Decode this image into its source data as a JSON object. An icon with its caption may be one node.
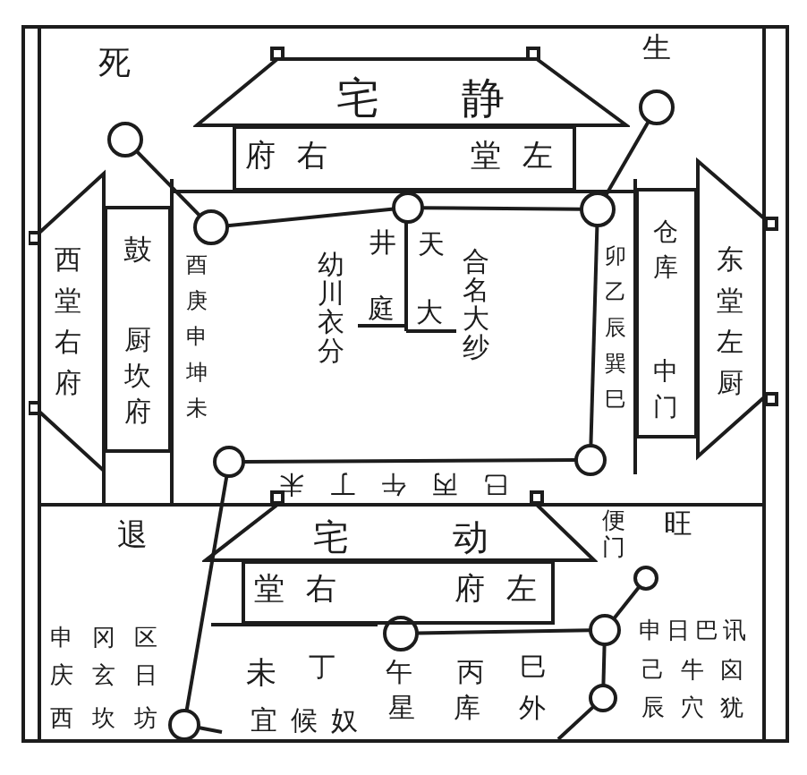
{
  "diagram": {
    "nodes": [
      {
        "text": [
          "宅静"
        ]
      },
      {
        "text": [
          "府右",
          "堂左"
        ]
      },
      {
        "text": [],
        "shape": "circle"
      },
      {
        "text": [],
        "shape": "circle"
      },
      {
        "text": [
          "西堂右府"
        ]
      },
      {
        "text": [
          "鼓",
          "厨坎府"
        ]
      },
      {
        "text": [],
        "shape": "circle"
      },
      {
        "text": [],
        "shape": "circle"
      },
      {
        "text": [],
        "shape": "circle"
      },
      {
        "text": [
          "仓库",
          "中门"
        ]
      },
      {
        "text": [
          "东堂左厨"
        ]
      },
      {
        "text": [],
        "shape": "circle"
      },
      {
        "text": [],
        "shape": "circle"
      },
      {
        "text": [
          "宅动"
        ]
      },
      {
        "text": [
          "堂右",
          "府左"
        ]
      },
      {
        "text": [],
        "shape": "circle"
      },
      {
        "text": [],
        "shape": "circle"
      },
      {
        "text": [],
        "shape": "circle"
      },
      {
        "text": [],
        "shape": "circle"
      },
      {
        "text": [],
        "shape": "circle"
      }
    ],
    "edges": [
      {
        "from": 2,
        "to": 6,
        "arrow": "none"
      },
      {
        "from": 6,
        "to": 7,
        "arrow": "none"
      },
      {
        "from": 7,
        "to": 8,
        "arrow": "none"
      },
      {
        "from": 3,
        "to": 8,
        "arrow": "none"
      },
      {
        "from": 8,
        "to": 12,
        "arrow": "none"
      },
      {
        "from": 12,
        "to": 11,
        "arrow": "none"
      },
      {
        "from": 11,
        "to": 19,
        "arrow": "none"
      },
      {
        "from": 16,
        "to": 17,
        "arrow": "none"
      },
      {
        "from": 17,
        "to": 15,
        "arrow": "none"
      },
      {
        "from": 17,
        "to": 18,
        "arrow": "none"
      },
      {
        "from": 18,
        "to": null,
        "arrow": "none"
      },
      {
        "from": 19,
        "to": null,
        "arrow": "none"
      }
    ],
    "labels": [
      "死",
      "生",
      "井",
      "天",
      "酉庚申坤未",
      "幼川衣分",
      "庭",
      "大",
      "合名大纱",
      "卯乙辰巽巳",
      "巳丙午丁未",
      "退",
      "便门",
      "旺",
      "申冈区",
      "申日巴讯",
      "庆玄日",
      "未",
      "丁",
      "午",
      "丙",
      "巳",
      "己牛囟",
      "西坎坊",
      "宜候奴",
      "星库外",
      "辰穴犹"
    ]
  }
}
